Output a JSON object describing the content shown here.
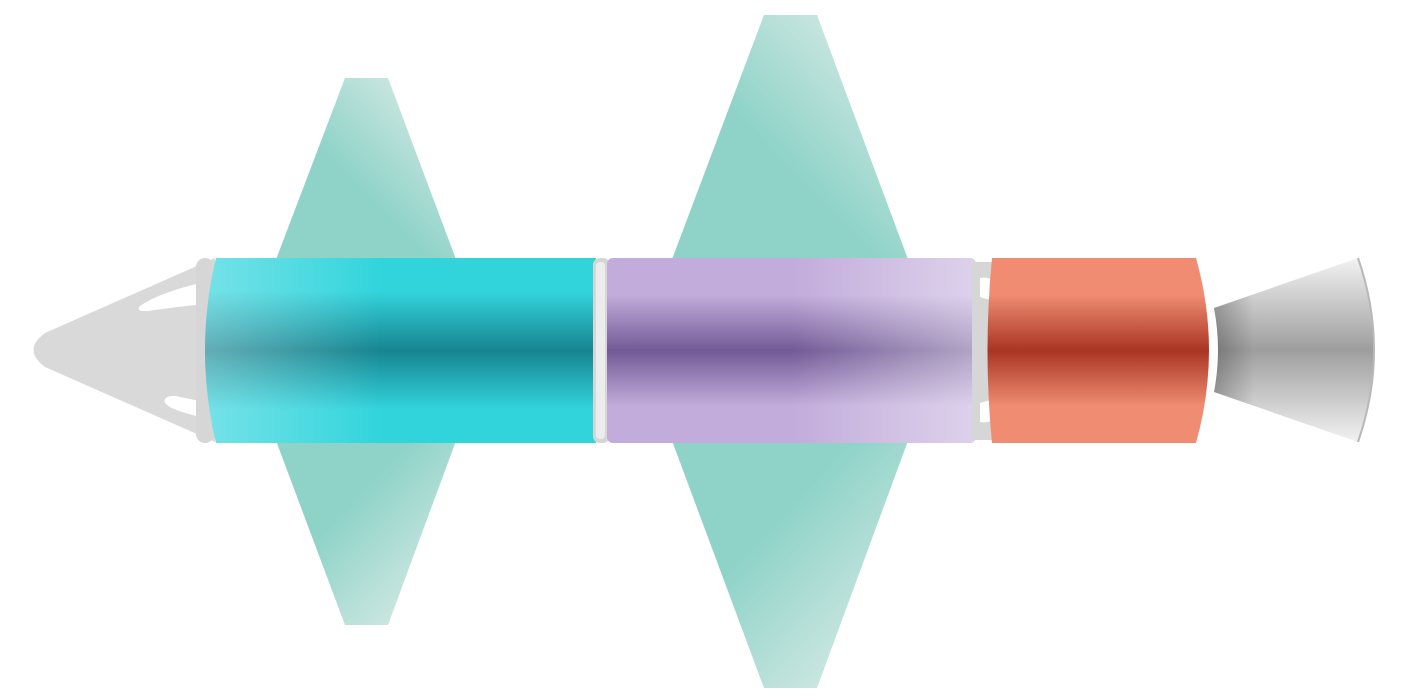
{
  "colors": {
    "background": "#ffffff",
    "fin": "#8fd3c8",
    "fin_light": "#e6efec",
    "nose": "#d9d9d9",
    "connector": "#d6d6d6",
    "segment_1_base": "#32d4dc",
    "segment_1_dark": "#178591",
    "segment_2_base": "#c2acdb",
    "segment_2_dark": "#725a96",
    "segment_3_base": "#ef8c72",
    "segment_3_dark": "#a93522",
    "nozzle_light": "#f2f2f2",
    "nozzle_dark": "#9e9e9e"
  },
  "parts": {
    "nose": "nose-cone",
    "segments": [
      "body-segment-1",
      "body-segment-2",
      "body-segment-3"
    ],
    "fins": [
      "front-fin-set",
      "rear-fin-set"
    ],
    "nozzle": "engine-nozzle"
  }
}
